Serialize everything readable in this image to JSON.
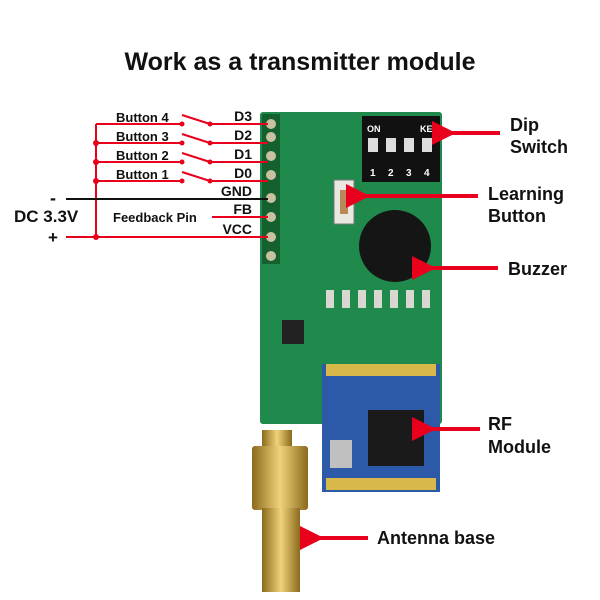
{
  "title": "Work as a transmitter module",
  "wiring": {
    "buttons": [
      "Button 4",
      "Button 3",
      "Button 2",
      "Button 1"
    ],
    "pins": [
      "D3",
      "D2",
      "D1",
      "D0",
      "GND",
      "FB",
      "VCC"
    ],
    "feedback_label": "Feedback Pin",
    "power_label": "DC 3.3V",
    "minus": "-",
    "plus": "+"
  },
  "callouts": {
    "dip_switch": [
      "Dip",
      "Switch"
    ],
    "learning_button": [
      "Learning",
      "Button"
    ],
    "buzzer": "Buzzer",
    "rf_module": [
      "RF",
      "Module"
    ],
    "antenna_base": "Antenna base"
  },
  "board_silkscreen": {
    "dip_on": "ON",
    "dip_ke": "KE",
    "dip_numbers": [
      "1",
      "2",
      "3",
      "4"
    ]
  },
  "colors": {
    "wire": "#e8001c",
    "pcb": "#1f8a4c",
    "rf": "#2d5aa8",
    "gold": "#c9a23a"
  }
}
